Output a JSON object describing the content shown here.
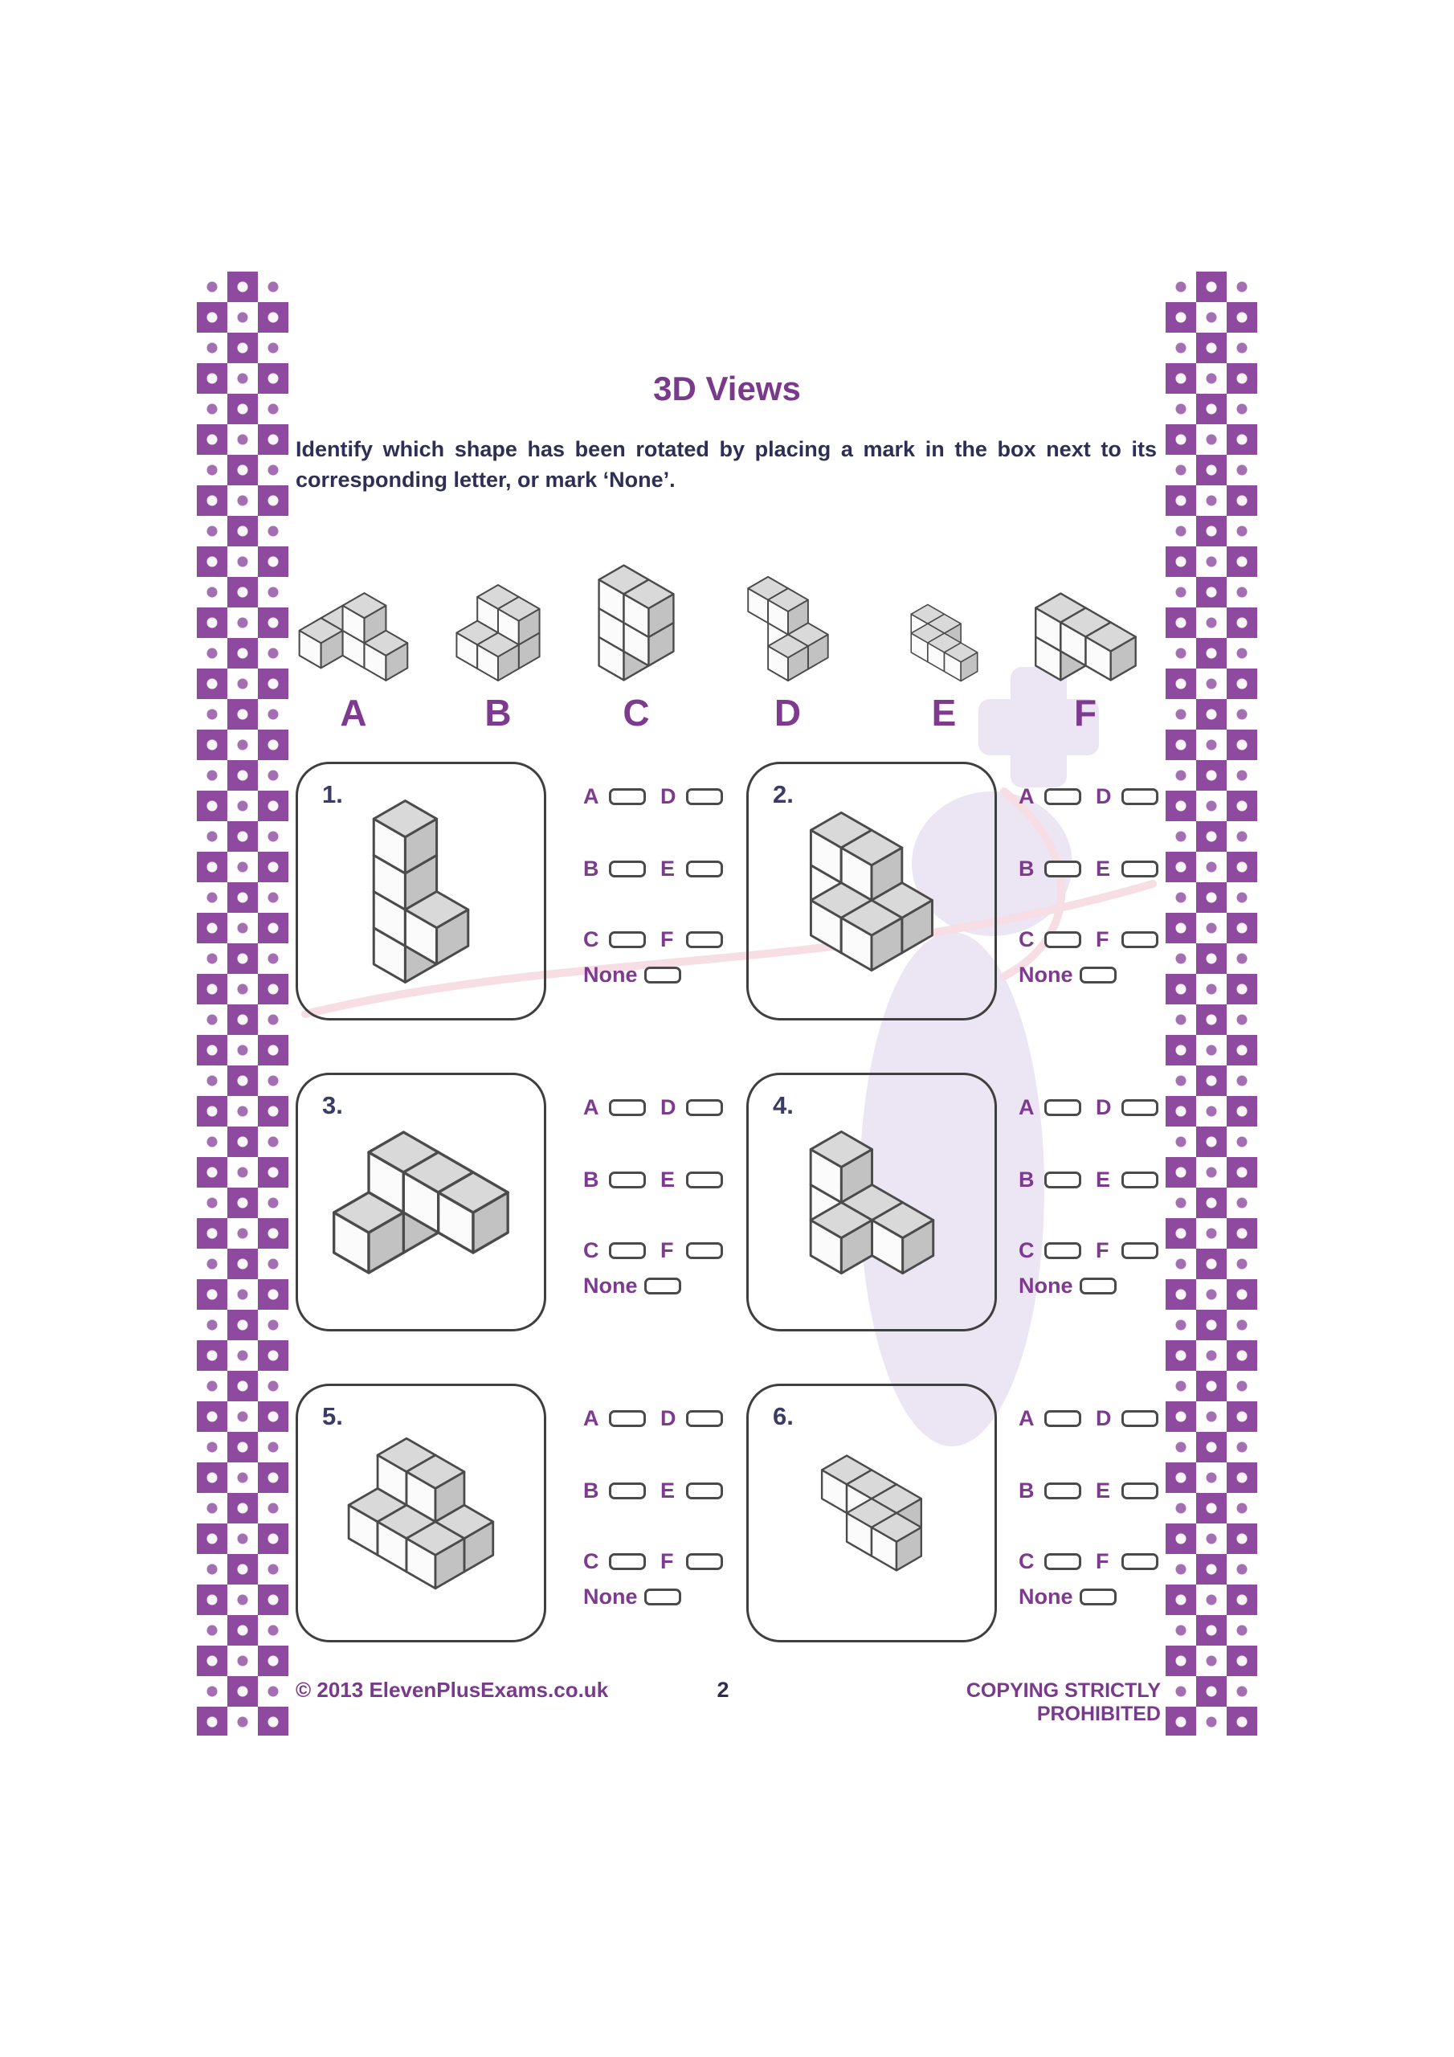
{
  "page": {
    "title": "3D Views",
    "instructions": "Identify which shape has been rotated by placing a mark in the box next to its corresponding letter, or mark ‘None’.",
    "footer_left": "© 2013 ElevenPlusExams.co.uk",
    "page_number": "2",
    "footer_right": "COPYING STRICTLY PROHIBITED"
  },
  "options": {
    "a": "A",
    "b": "B",
    "c": "C",
    "d": "D",
    "e": "E",
    "f": "F",
    "none": "None"
  },
  "reference": {
    "labels": [
      "A",
      "B",
      "C",
      "D",
      "E",
      "F"
    ]
  },
  "questions": [
    {
      "number": "1."
    },
    {
      "number": "2."
    },
    {
      "number": "3."
    },
    {
      "number": "4."
    },
    {
      "number": "5."
    },
    {
      "number": "6."
    }
  ],
  "colors": {
    "accent_purple": "#7d3a8e",
    "title_purple": "#7a3a8c",
    "text_dark": "#2f2f55",
    "pattern_purple": "#8d4a9e",
    "cube_top": "#d9d9d9",
    "cube_left": "#fbfbfb",
    "cube_right": "#c2c2c2",
    "cube_stroke": "#4b4b4b"
  },
  "shapes": {
    "refA": {
      "s": 30,
      "cubes": [
        [
          0,
          0,
          0
        ],
        [
          1,
          0,
          0
        ],
        [
          2,
          0,
          0
        ],
        [
          1,
          0,
          1
        ],
        [
          0,
          1,
          0
        ]
      ]
    },
    "refB": {
      "s": 30,
      "cubes": [
        [
          0,
          0,
          0
        ],
        [
          1,
          0,
          0
        ],
        [
          0,
          1,
          0
        ],
        [
          1,
          1,
          0
        ],
        [
          0,
          0,
          1
        ],
        [
          1,
          0,
          1
        ]
      ]
    },
    "refC": {
      "s": 30,
      "cubes": [
        [
          0,
          0,
          0
        ],
        [
          0,
          0,
          1
        ],
        [
          0,
          0,
          2
        ],
        [
          1,
          0,
          2
        ],
        [
          1,
          0,
          1
        ]
      ]
    },
    "refD": {
      "s": 30,
      "cubes": [
        [
          0,
          0,
          1
        ],
        [
          1,
          0,
          1
        ],
        [
          1,
          0,
          0
        ],
        [
          2,
          0,
          0
        ],
        [
          2,
          1,
          0
        ]
      ]
    },
    "refE": {
      "s": 30,
      "cubes": [
        [
          0,
          0,
          0
        ],
        [
          1,
          0,
          0
        ],
        [
          1,
          1,
          0
        ],
        [
          2,
          1,
          0
        ],
        [
          3,
          1,
          0
        ]
      ]
    },
    "refF": {
      "s": 30,
      "cubes": [
        [
          0,
          0,
          0
        ],
        [
          0,
          0,
          1
        ],
        [
          1,
          0,
          1
        ],
        [
          2,
          0,
          1
        ]
      ]
    },
    "q1": {
      "s": 30,
      "cubes": [
        [
          0,
          0,
          0
        ],
        [
          0,
          0,
          1
        ],
        [
          0,
          0,
          2
        ],
        [
          0,
          0,
          3
        ],
        [
          1,
          0,
          1
        ]
      ]
    },
    "q2": {
      "s": 30,
      "cubes": [
        [
          0,
          0,
          0
        ],
        [
          1,
          0,
          0
        ],
        [
          2,
          0,
          0
        ],
        [
          1,
          1,
          0
        ],
        [
          2,
          1,
          0
        ],
        [
          0,
          0,
          1
        ],
        [
          1,
          0,
          1
        ]
      ]
    },
    "q3": {
      "s": 30,
      "cubes": [
        [
          0,
          0,
          0
        ],
        [
          0,
          1,
          0
        ],
        [
          0,
          0,
          1
        ],
        [
          1,
          0,
          1
        ],
        [
          2,
          0,
          1
        ]
      ]
    },
    "q4": {
      "s": 30,
      "cubes": [
        [
          0,
          0,
          0
        ],
        [
          1,
          0,
          0
        ],
        [
          2,
          0,
          0
        ],
        [
          1,
          1,
          0
        ],
        [
          0,
          0,
          1
        ]
      ]
    },
    "q5": {
      "s": 30,
      "cubes": [
        [
          0,
          0,
          0
        ],
        [
          1,
          0,
          0
        ],
        [
          2,
          0,
          0
        ],
        [
          0,
          1,
          0
        ],
        [
          1,
          1,
          0
        ],
        [
          2,
          1,
          0
        ],
        [
          0,
          0,
          1
        ],
        [
          1,
          0,
          1
        ]
      ]
    },
    "q6": {
      "s": 30,
      "cubes": [
        [
          0,
          0,
          0
        ],
        [
          1,
          0,
          0
        ],
        [
          2,
          0,
          0
        ],
        [
          2,
          1,
          0
        ],
        [
          3,
          1,
          0
        ]
      ]
    }
  }
}
